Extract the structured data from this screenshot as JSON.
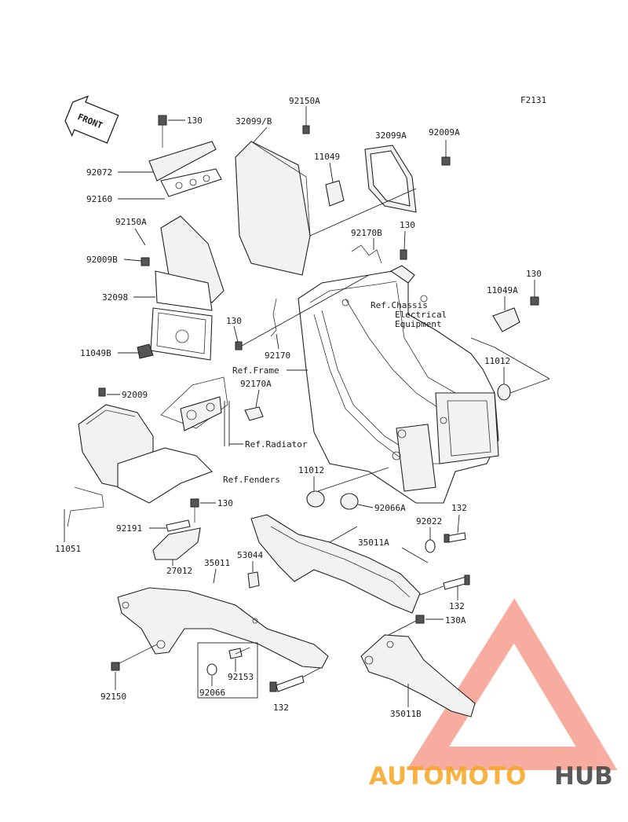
{
  "figure_code": "F2131",
  "front_label": "FRONT",
  "parts": {
    "p130_top": "130",
    "p92150a_top": "92150A",
    "p32099b": "32099/B",
    "p32099a": "32099A",
    "p92009a": "92009A",
    "p92072": "92072",
    "p92160": "92160",
    "p11049": "11049",
    "p92150a_left": "92150A",
    "p92009b": "92009B",
    "p92170b": "92170B",
    "p130_mid": "130",
    "p130_right": "130",
    "p32098": "32098",
    "p11049a": "11049A",
    "p130_left": "130",
    "p11049b": "11049B",
    "p92170": "92170",
    "p11012_right": "11012",
    "p92009": "92009",
    "p92170a": "92170A",
    "p11012_mid": "11012",
    "p92066a": "92066A",
    "p132_right": "132",
    "p130_lower": "130",
    "p92022": "92022",
    "p11051": "11051",
    "p92191": "92191",
    "p35011a": "35011A",
    "p27012": "27012",
    "p35011": "35011",
    "p53044": "53044",
    "p132_mid": "132",
    "p130a": "130A",
    "p92150": "92150",
    "p92153": "92153",
    "p92066": "92066",
    "p132_bottom": "132",
    "p35011b": "35011B"
  },
  "refs": {
    "chassis_line1": "Ref.Chassis",
    "chassis_line2": "Electrical",
    "chassis_line3": "Equipment",
    "frame": "Ref.Frame",
    "radiator": "Ref.Radiator",
    "fenders": "Ref.Fenders"
  },
  "watermark": {
    "part1": "AUTOMOTO",
    "part2": "HUB",
    "color_primary": "#f26a52",
    "color_secondary": "#f5a623",
    "color_dark": "#4a4a4a"
  }
}
